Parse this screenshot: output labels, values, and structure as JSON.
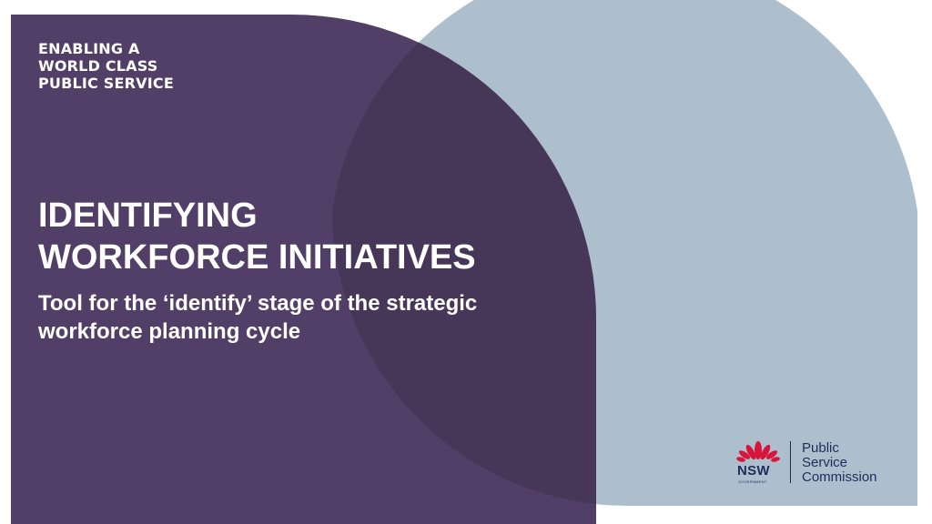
{
  "tagline": [
    "ENABLING A",
    "WORLD CLASS",
    "PUBLIC SERVICE"
  ],
  "title": [
    "IDENTIFYING",
    "WORKFORCE INITIATIVES"
  ],
  "subtitle": [
    "Tool for the ‘identify’ stage of the strategic",
    "workforce planning cycle"
  ],
  "logo": {
    "gov_mark": "NSW",
    "gov_small": "GOVERNMENT",
    "org_name": [
      "Public",
      "Service",
      "Commission"
    ]
  },
  "colors": {
    "purple_shape": "#523f67",
    "overlap": "#463759",
    "blue_shape": "#adbfcd",
    "logo_navy": "#1d2d5a",
    "waratah_red": "#d7153a"
  }
}
